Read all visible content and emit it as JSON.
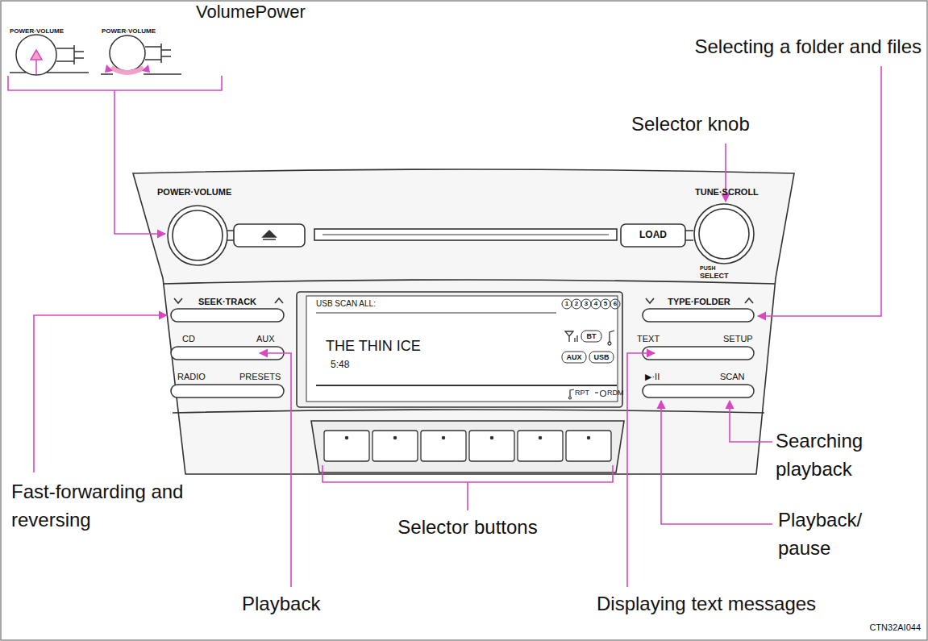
{
  "diagram": {
    "labels": [
      "VolumePower",
      "POWER·VOLUME",
      "POWER·VOLUME",
      "Selecting a folder and files",
      "Selector knob",
      "POWER·VOLUME",
      "TUNE·SCROLL",
      "LOAD",
      "PUSH",
      "SELECT",
      "SEEK·TRACK",
      "TYPE·FOLDER",
      "USB SCAN ALL:",
      "1",
      "2",
      "3",
      "4",
      "5",
      "6",
      "CD",
      "AUX",
      "THE THIN ICE",
      "BT",
      "TEXT",
      "SETUP",
      "5:48",
      "AUX",
      "USB",
      "RADIO",
      "PRESETS",
      "▶·II",
      "SCAN",
      "RPT",
      "RDM",
      "Searching playback",
      "Fast-forwarding and reversing",
      "Selector buttons",
      "Playback/ pause",
      "Playback",
      "Displaying text messages",
      "CTN32AI044"
    ]
  }
}
